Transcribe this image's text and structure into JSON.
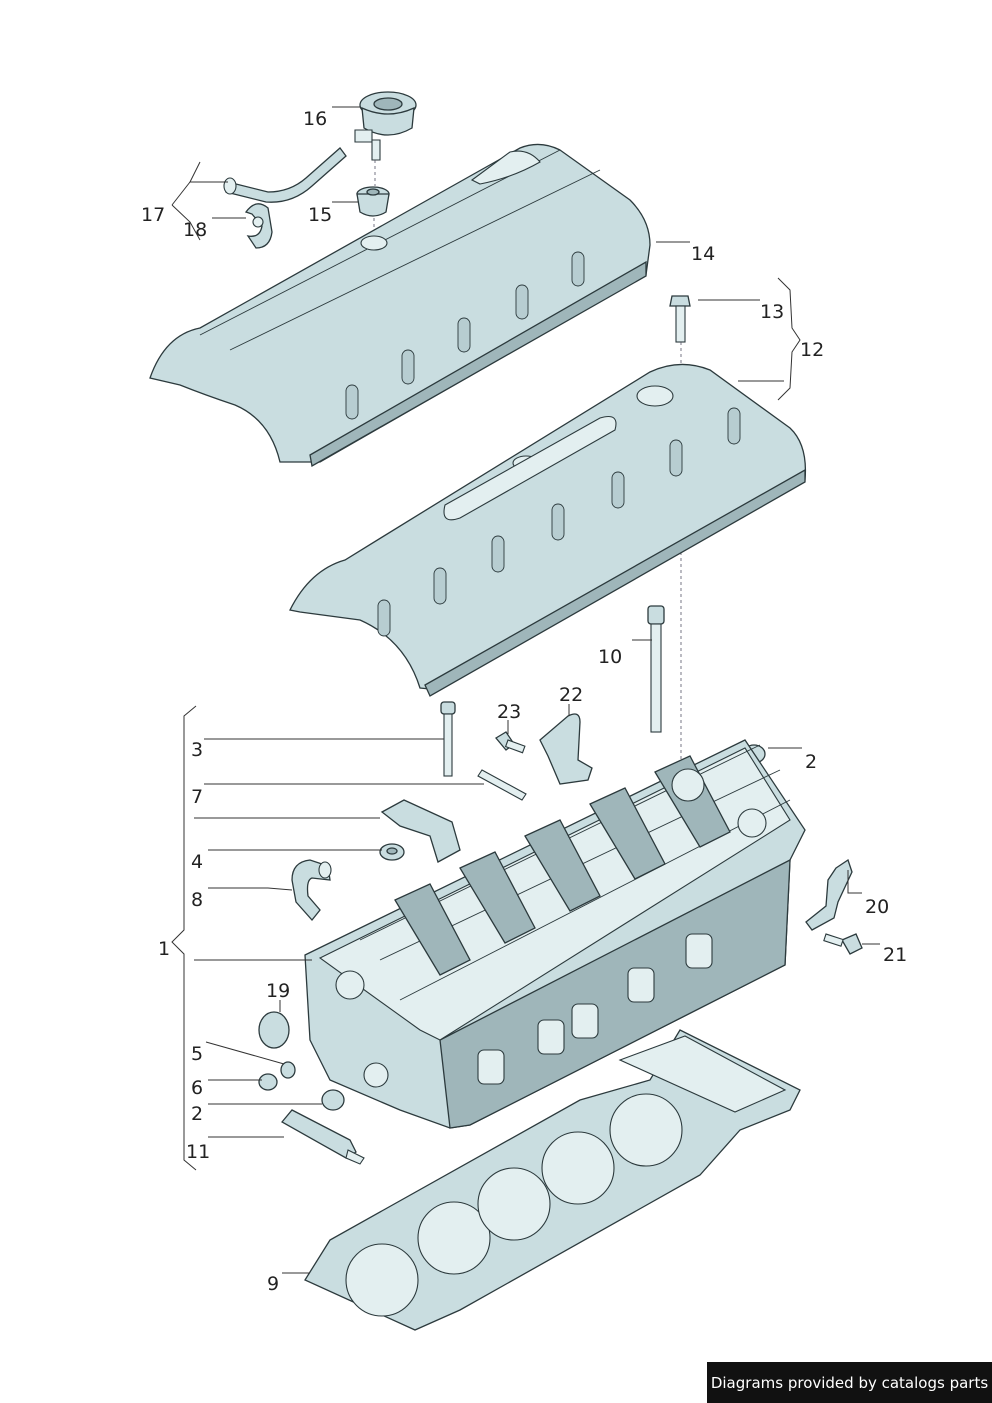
{
  "callouts": [
    "1",
    "2",
    "2",
    "3",
    "4",
    "5",
    "6",
    "7",
    "8",
    "9",
    "10",
    "11",
    "12",
    "13",
    "14",
    "15",
    "16",
    "17",
    "18",
    "19",
    "20",
    "21",
    "22",
    "23"
  ],
  "credit": "Diagrams provided by catalogs parts"
}
